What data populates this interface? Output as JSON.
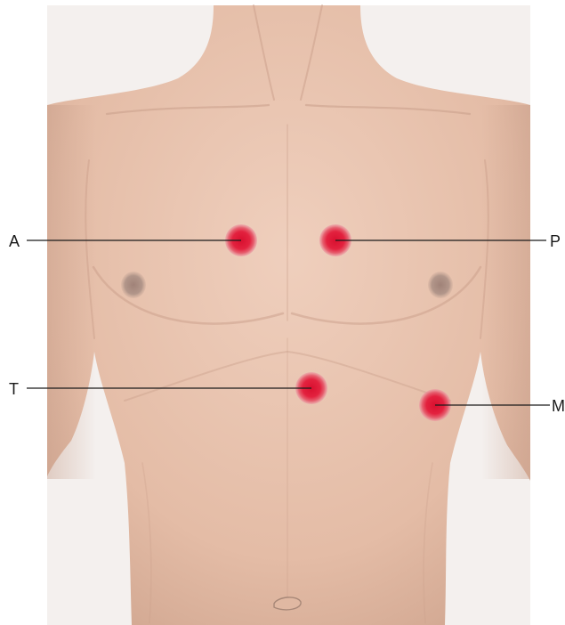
{
  "figure": {
    "colors": {
      "background": "#ffffff",
      "panel": "#f4f0ee",
      "skin": "#e8c2ad",
      "skin_shadow": "#c99e8a",
      "nipple": "#a88c80",
      "point_outer": "#e8a0a8",
      "point_inner": "#e11a3a",
      "leader_line": "#1a1a1a"
    },
    "points": [
      {
        "id": "A",
        "label": "A",
        "side": "left"
      },
      {
        "id": "P",
        "label": "P",
        "side": "right"
      },
      {
        "id": "T",
        "label": "T",
        "side": "left"
      },
      {
        "id": "M",
        "label": "M",
        "side": "right"
      }
    ]
  }
}
